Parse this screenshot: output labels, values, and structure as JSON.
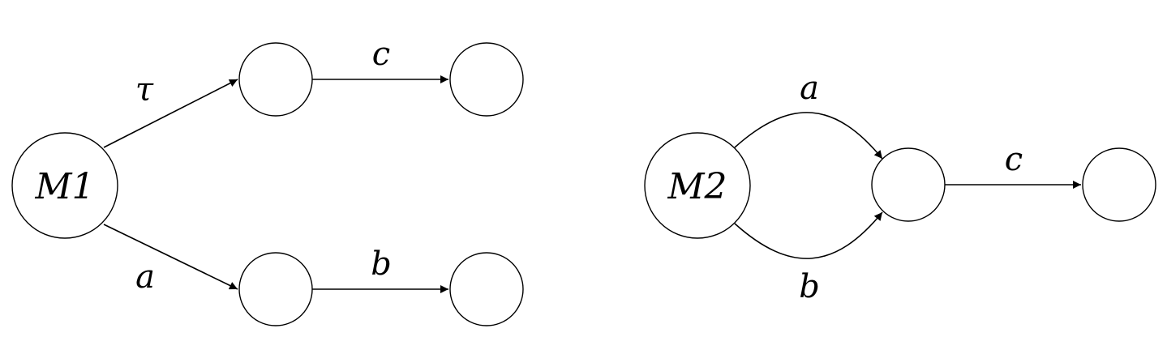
{
  "diagram": {
    "m1": {
      "start_label": "M1",
      "edges": {
        "tau": "τ",
        "c": "c",
        "a": "a",
        "b": "b"
      }
    },
    "m2": {
      "start_label": "M2",
      "edges": {
        "a": "a",
        "b": "b",
        "c": "c"
      }
    },
    "colors": {
      "stroke": "#000000",
      "fill": "#ffffff"
    }
  }
}
